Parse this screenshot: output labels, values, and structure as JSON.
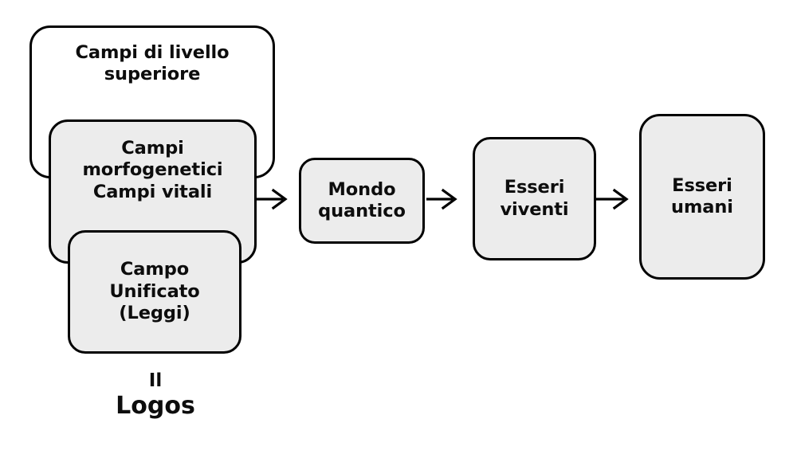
{
  "diagram": {
    "title_text": "",
    "background_color": "#ffffff",
    "stroke_color": "#000000",
    "fill_gray": "#ececec",
    "fill_white": "#ffffff",
    "stack": {
      "label": "Il Logos",
      "boxes": [
        {
          "id": "campi-superiore",
          "text": "Campi di livello\nsuperiore",
          "fill": "white"
        },
        {
          "id": "campi-morfogenetici",
          "text": "Campi\nmorfogenetici\nCampi vitali",
          "fill": "gray"
        },
        {
          "id": "campo-unificato",
          "text": "Campo\nUnificato\n(Leggi)",
          "fill": "gray"
        }
      ]
    },
    "chain": [
      {
        "id": "mondo-quantico",
        "text": "Mondo\nquantico",
        "fill": "gray"
      },
      {
        "id": "esseri-viventi",
        "text": "Esseri\nviventi",
        "fill": "gray"
      },
      {
        "id": "esseri-umani",
        "text": "Esseri\numani",
        "fill": "gray"
      }
    ],
    "arrows": [
      {
        "id": "arrow-stack-to-quantico",
        "from": "campi-morfogenetici",
        "to": "mondo-quantico",
        "direction": "right"
      },
      {
        "id": "arrow-quantico-to-viventi",
        "from": "mondo-quantico",
        "to": "esseri-viventi",
        "direction": "right"
      },
      {
        "id": "arrow-viventi-to-umani",
        "from": "esseri-viventi",
        "to": "esseri-umani",
        "direction": "right"
      }
    ],
    "caption": {
      "line1": "Il",
      "line2": "Logos"
    }
  }
}
